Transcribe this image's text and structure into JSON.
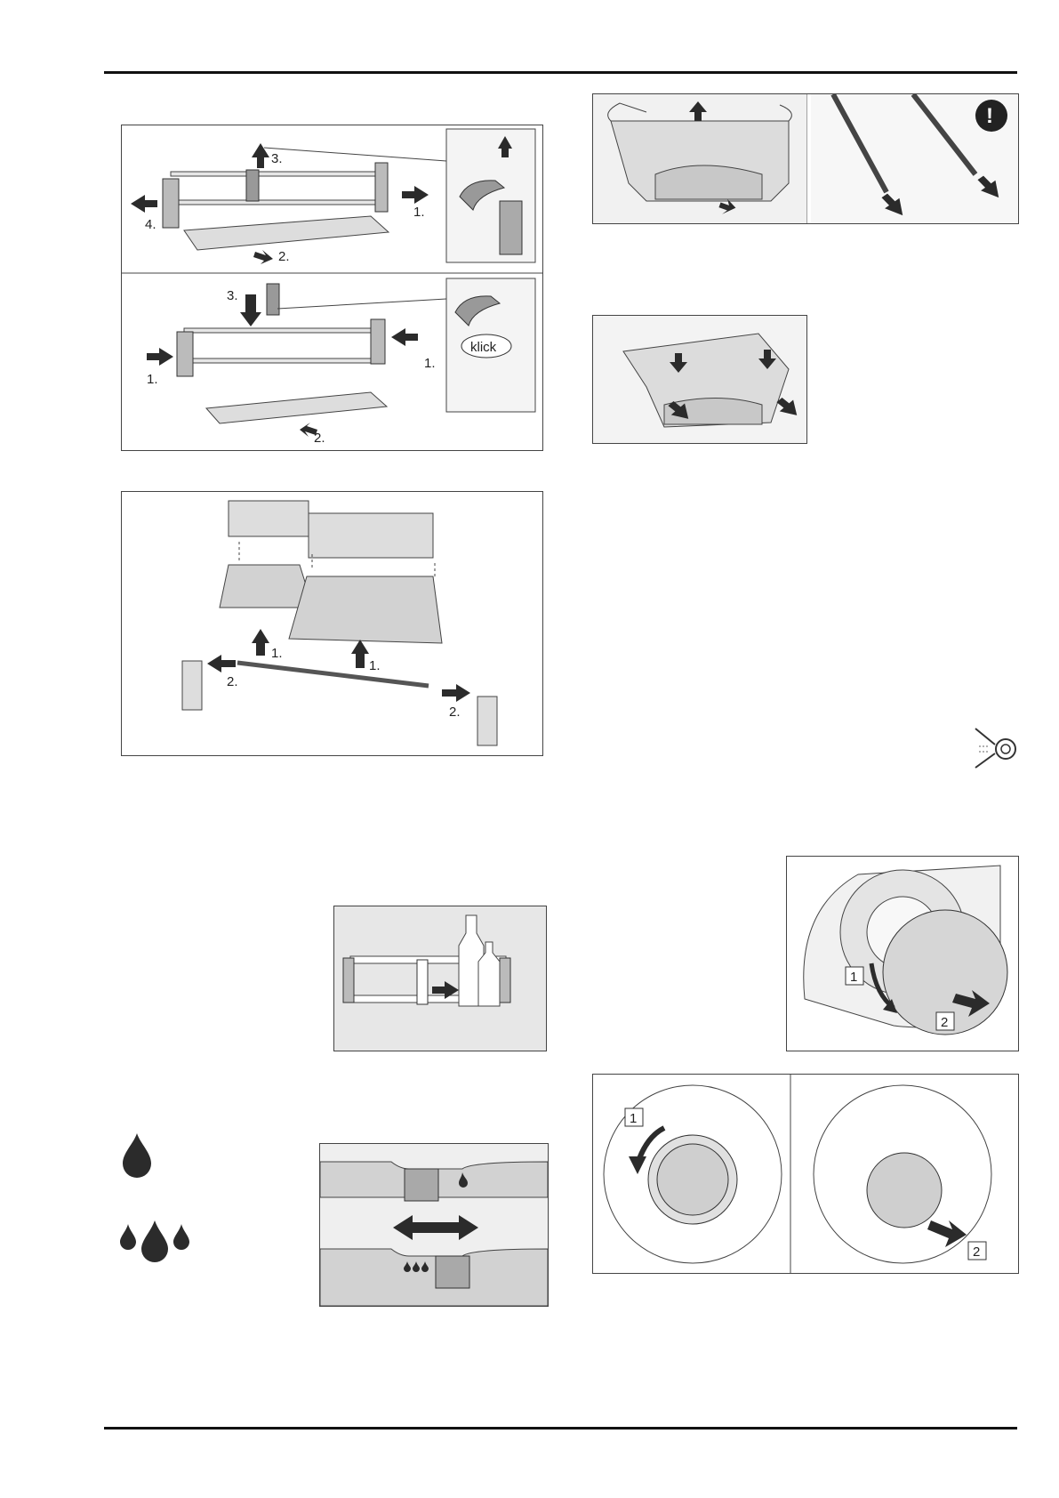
{
  "colors": {
    "rule": "#111111",
    "line": "#333333",
    "arrow": "#2b2b2b",
    "panel": "#d6d6d6",
    "panel_light": "#ececec"
  },
  "fig1": {
    "top_labels": [
      "3.",
      "4.",
      "1.",
      "2."
    ],
    "bottom_labels": [
      "3.",
      "1.",
      "1.",
      "2."
    ],
    "klick": "klick"
  },
  "fig2": {
    "labels": [
      "1.",
      "1.",
      "2.",
      "2."
    ]
  },
  "fig_drawer_remove": {
    "icon": "exclamation-icon",
    "mark": "!"
  },
  "fig_filter1": {
    "step1": "1",
    "step2": "2"
  },
  "fig_filter2": {
    "step1": "1",
    "step2": "2"
  },
  "icons": {
    "drop_single": "water-drop-icon",
    "drops_multiple": "water-drops-icon",
    "ventilation": "ventilation-icon"
  }
}
